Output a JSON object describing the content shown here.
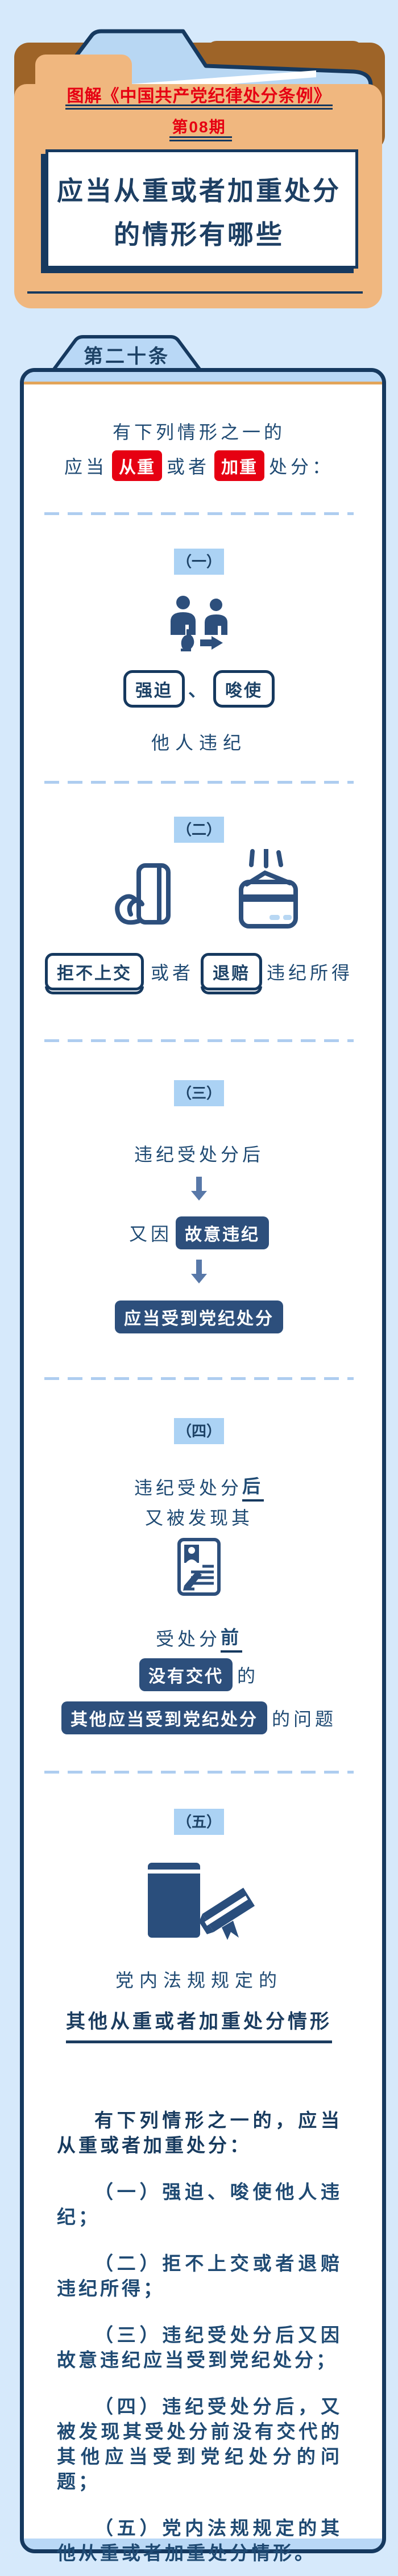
{
  "colors": {
    "background": "#d6e9fb",
    "navy": "#16395f",
    "text_navy": "#1f4a73",
    "light_blue_fill": "#b9d8f6",
    "badge_blue": "#abd2f4",
    "red": "#e60012",
    "pill_navy": "#2d4f7c",
    "arrow_blue": "#5878a8",
    "folder_tan": "#f0b77f",
    "folder_brown": "#9e6428",
    "paper_blue": "#b8d7f3"
  },
  "header": {
    "series_title": "图解《中国共产党纪律处分条例》",
    "issue": "第08期",
    "card_title_line1": "应当从重或者加重处分",
    "card_title_line2": "的情形有哪些"
  },
  "article_tab": "第二十条",
  "intro": {
    "line1": "有下列情形之一的",
    "prefix": "应当",
    "highlight1": "从重",
    "mid": "或者",
    "highlight2": "加重",
    "suffix": "处分："
  },
  "sections": {
    "s1": {
      "num": "（一）",
      "icon": "person-coerce-icon",
      "badge1": "强迫",
      "separator": "、",
      "badge2": "唆使",
      "text": "他人违纪"
    },
    "s2": {
      "num": "（二）",
      "icon_left": "hand-card-icon",
      "icon_right": "return-goods-icon",
      "box1": "拒不上交",
      "mid": "或者",
      "box2": "退赔",
      "suffix": "违纪所得"
    },
    "s3": {
      "num": "（三）",
      "step1": "违纪受处分后",
      "step2_prefix": "又因",
      "step2_pill": "故意违纪",
      "step3_pill": "应当受到党纪处分"
    },
    "s4": {
      "num": "（四）",
      "line1_prefix": "违纪受处分",
      "line1_em": "后",
      "line2": "又被发现其",
      "icon": "document-record-icon",
      "line3_prefix": "受处分",
      "line3_em": "前",
      "pill1": "没有交代",
      "pill1_suffix": "的",
      "pill2": "其他应当受到党纪处分",
      "pill2_suffix": "的问题"
    },
    "s5": {
      "num": "（五）",
      "icon": "books-icon",
      "line1": "党内法规规定的",
      "line2": "其他从重或者加重处分情形"
    }
  },
  "regulation": {
    "intro": "有下列情形之一的，应当从重或者加重处分：",
    "items": [
      "（一）强迫、唆使他人违纪；",
      "（二）拒不上交或者退赔违纪所得；",
      "（三）违纪受处分后又因故意违纪应当受到党纪处分；",
      "（四）违纪受处分后，又被发现其受处分前没有交代的其他应当受到党纪处分的问题；",
      "（五）党内法规规定的其他从重或者加重处分情形。"
    ]
  }
}
